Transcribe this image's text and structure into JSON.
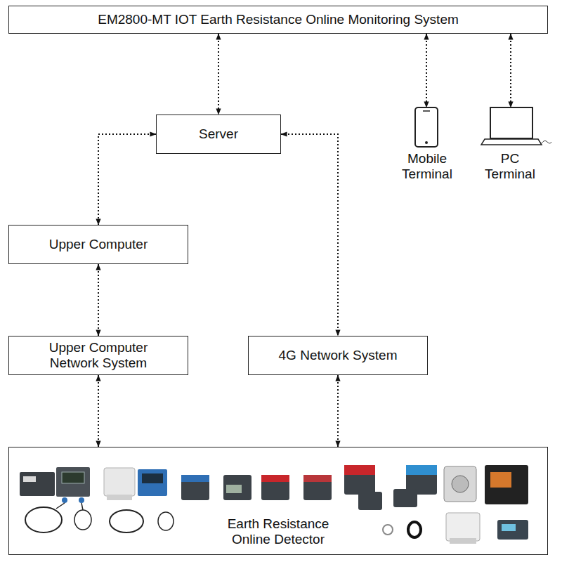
{
  "diagram": {
    "nodes": [
      {
        "text": [
          "EM2800-MT IOT Earth Resistance Online Monitoring System"
        ]
      },
      {
        "text": [
          "Server"
        ]
      },
      {
        "text": [
          "Mobile Terminal"
        ]
      },
      {
        "text": [
          "PC Terminal"
        ]
      },
      {
        "text": [
          "Upper Computer"
        ]
      },
      {
        "text": [
          "Upper Computer Network System"
        ]
      },
      {
        "text": [
          "4G Network System"
        ]
      },
      {
        "text": [
          "Earth Resistance Online Detector"
        ]
      }
    ],
    "edges": [
      {
        "from": 0,
        "to": 1,
        "arrow": "both"
      },
      {
        "from": 0,
        "to": 2,
        "arrow": "both"
      },
      {
        "from": 0,
        "to": 3,
        "arrow": "both"
      },
      {
        "from": 1,
        "to": 4,
        "arrow": "both"
      },
      {
        "from": 1,
        "to": 6,
        "arrow": "both"
      },
      {
        "from": 4,
        "to": 5,
        "arrow": "both"
      },
      {
        "from": 5,
        "to": 7,
        "arrow": "both"
      },
      {
        "from": 6,
        "to": 7,
        "arrow": "both"
      }
    ]
  }
}
